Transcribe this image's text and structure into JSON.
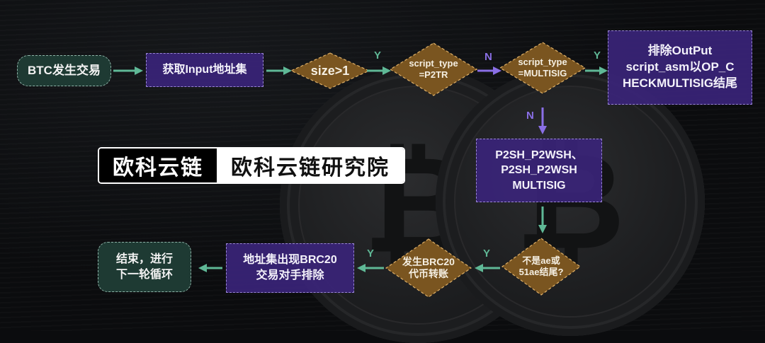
{
  "colors": {
    "start_end_fill": "#1e3a33",
    "process_fill": "#3a2478",
    "decision_fill": "#7a5520",
    "yes_arrow": "#5fb896",
    "no_arrow": "#8a6fe6",
    "background": "#0b0c0e"
  },
  "brand": {
    "left": "欧科云链",
    "right": "欧科云链研究院"
  },
  "nodes": {
    "start": "BTC发生交易",
    "get_inputs": "获取Input地址集",
    "size_check": "size>1",
    "p2tr_check": {
      "line1": "script_type",
      "line2": "=P2TR"
    },
    "multisig_check": {
      "line1": "script_type",
      "line2": "=MULTISIG"
    },
    "exclude_output": {
      "line1": "排除OutPut",
      "line2": "script_asm以OP_C",
      "line3": "HECKMULTISIG结尾"
    },
    "p2sh": {
      "line1": "P2SH_P2WSH、",
      "line2": "P2SH_P2WSH",
      "line3": "MULTISIG"
    },
    "suffix_check": {
      "line1": "不是ae或",
      "line2": "51ae结尾?"
    },
    "brc20_check": {
      "line1": "发生BRC20",
      "line2": "代币转账"
    },
    "exclude_counterparty": {
      "line1": "地址集出现BRC20",
      "line2": "交易对手排除"
    },
    "end": {
      "line1": "结束，进行",
      "line2": "下一轮循环"
    }
  },
  "edge_labels": {
    "size_yes": "Y",
    "p2tr_no": "N",
    "multisig_yes": "Y",
    "multisig_no": "N",
    "suffix_yes": "Y",
    "brc20_yes": "Y"
  }
}
